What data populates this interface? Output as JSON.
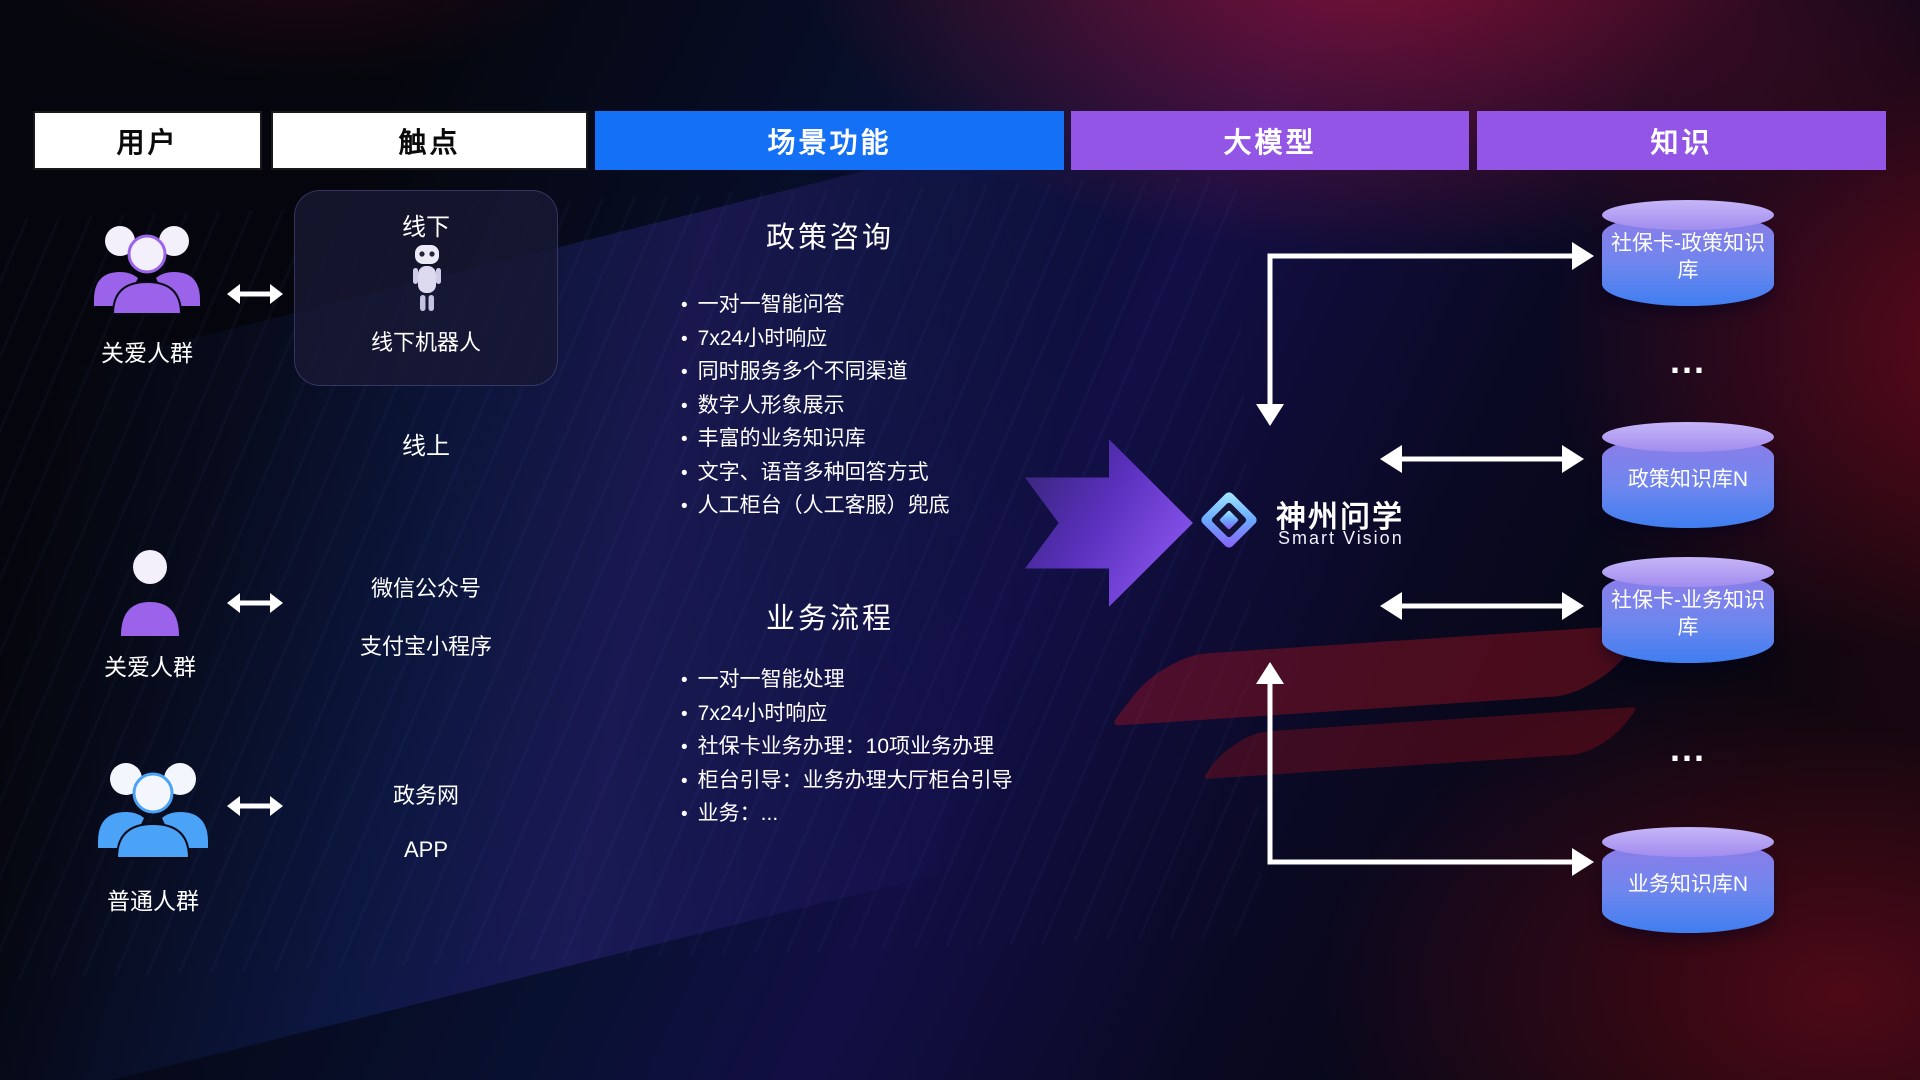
{
  "header": {
    "columns": [
      {
        "label": "用户"
      },
      {
        "label": "触点"
      },
      {
        "label": "场景功能"
      },
      {
        "label": "大模型"
      },
      {
        "label": "知识"
      }
    ]
  },
  "users": [
    {
      "label": "关爱人群",
      "icon": "people-group-icon",
      "color": "#9a63ea"
    },
    {
      "label": "关爱人群",
      "icon": "person-icon",
      "color": "#9a63ea"
    },
    {
      "label": "普通人群",
      "icon": "people-group-icon",
      "color": "#4aa3f7"
    }
  ],
  "touchpoints": {
    "offline": {
      "title": "线下",
      "robot_label": "线下机器人",
      "icon": "robot-icon"
    },
    "online_title": "线上",
    "online_items": [
      "微信公众号",
      "支付宝小程序",
      "政务网",
      "APP"
    ]
  },
  "scenarios": {
    "policy": {
      "title": "政策咨询",
      "items": [
        "一对一智能问答",
        "7x24小时响应",
        "同时服务多个不同渠道",
        "数字人形象展示",
        "丰富的业务知识库",
        "文字、语音多种回答方式",
        "人工柜台（人工客服）兜底"
      ]
    },
    "business": {
      "title": "业务流程",
      "items": [
        "一对一智能处理",
        "7x24小时响应",
        "社保卡业务办理：10项业务办理",
        "柜台引导：业务办理大厅柜台引导",
        "业务：..."
      ]
    }
  },
  "model": {
    "name": "神州问学",
    "subtitle": "Smart Vision",
    "icon": "diamond-logo-icon"
  },
  "knowledge": {
    "nodes": [
      {
        "type": "database",
        "label": "社保卡-政策知识库"
      },
      {
        "type": "ellipsis",
        "label": "..."
      },
      {
        "type": "database",
        "label": "政策知识库N"
      },
      {
        "type": "database",
        "label": "社保卡-业务知识库"
      },
      {
        "type": "ellipsis",
        "label": "..."
      },
      {
        "type": "database",
        "label": "业务知识库N"
      }
    ]
  },
  "colors": {
    "header_blue": "#1470f5",
    "header_purple": "#9355e6",
    "user_icon_purple": "#9a63ea",
    "user_icon_blue": "#4aa3f7",
    "cylinder_top": "#b7a6f2",
    "cylinder_bottom": "#3f7ef0",
    "big_arrow_purple": "#7c4ae0",
    "connector_white": "#ffffff",
    "background_red": "#a80c24",
    "background_navy": "#081030"
  }
}
